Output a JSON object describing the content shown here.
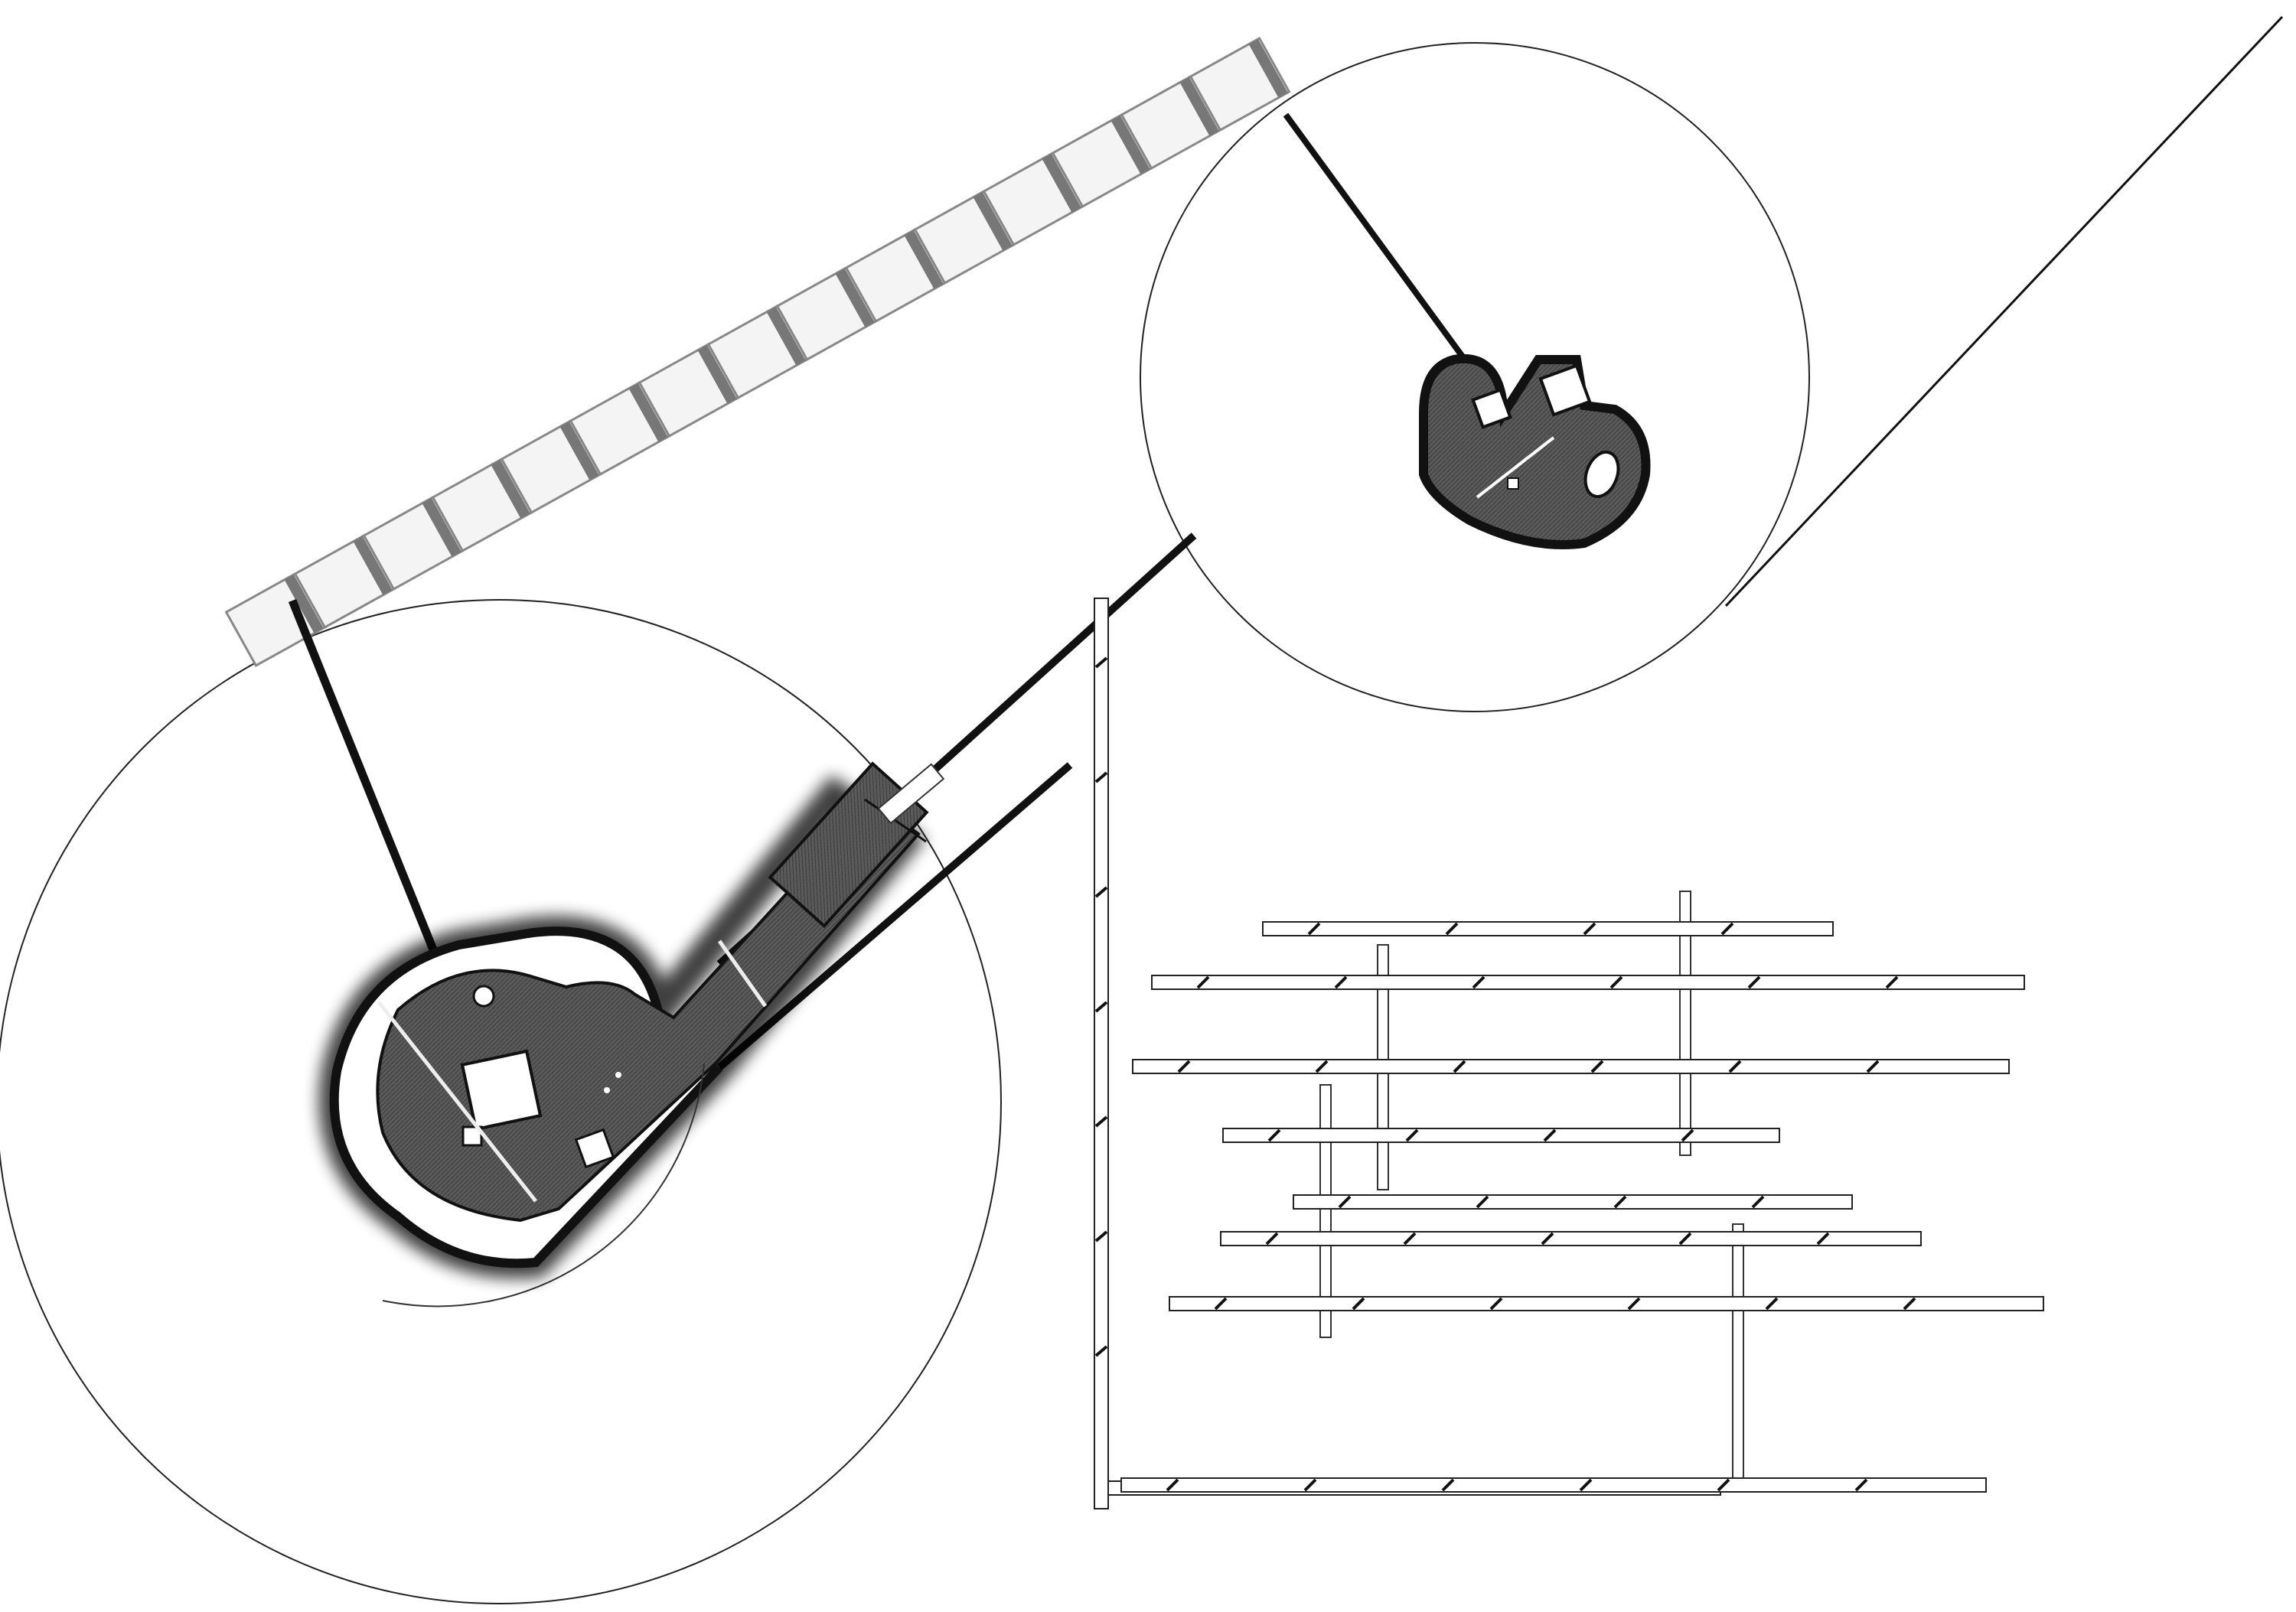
{
  "drawing": {
    "kind": "architectural site plan",
    "background_color": "#ffffff",
    "ink_color": "#111111",
    "fill_dark": "#555555",
    "fill_light": "#f4f4f4",
    "has_text": false
  },
  "elements": {
    "circles": 3,
    "buildings": 2,
    "ramp_segments": 15,
    "shelving_bars": 8
  }
}
